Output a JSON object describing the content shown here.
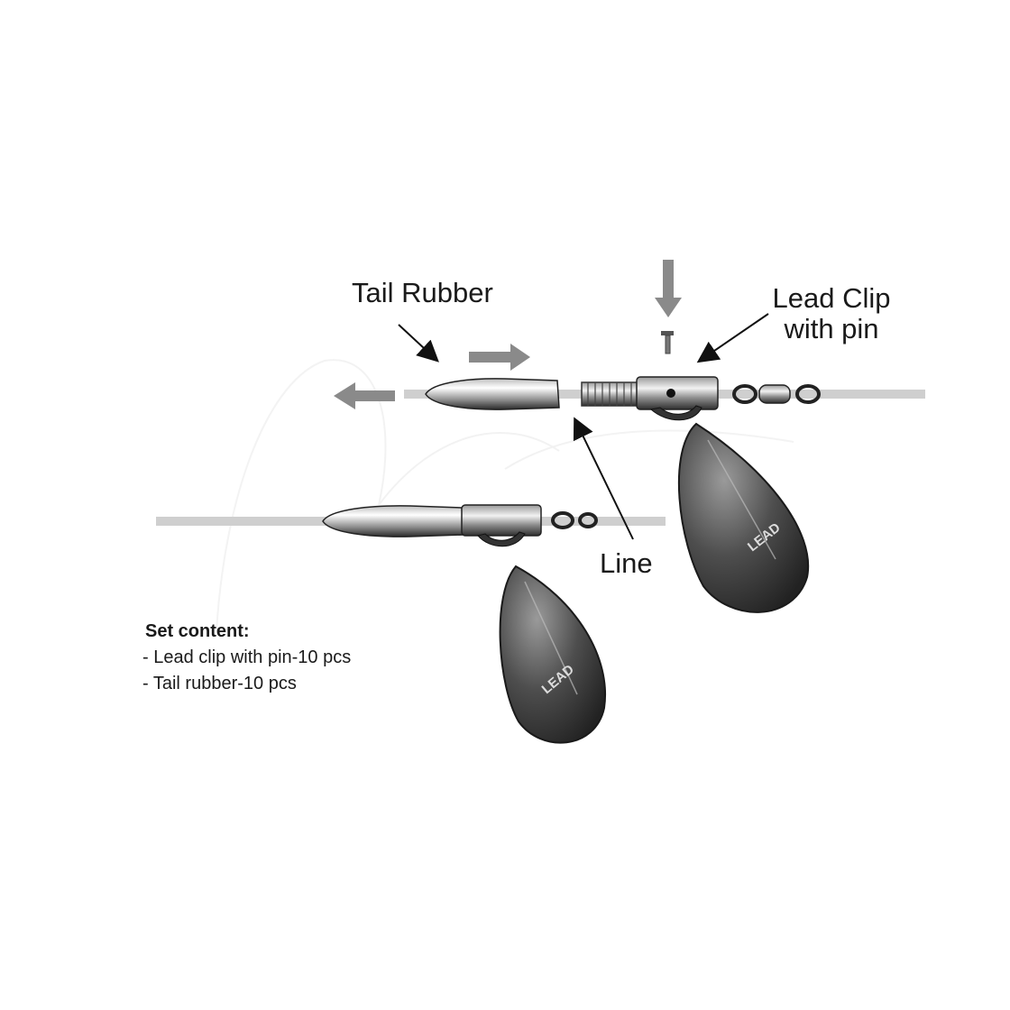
{
  "labels": {
    "tail_rubber": "Tail Rubber",
    "lead_clip_line1": "Lead Clip",
    "lead_clip_line2": "with pin",
    "line": "Line",
    "lead_mark_top": "LEAD",
    "lead_mark_bottom": "LEAD"
  },
  "set_content": {
    "title": "Set content:",
    "items": [
      "- Lead clip with pin-10 pcs",
      "- Tail rubber-10 pcs"
    ]
  },
  "colors": {
    "line": "#c8c8c8",
    "metal_dark": "#3a3a3a",
    "metal_light": "#e8e8e8",
    "arrow_gray": "#8a8a8a",
    "text": "#1a1a1a"
  }
}
